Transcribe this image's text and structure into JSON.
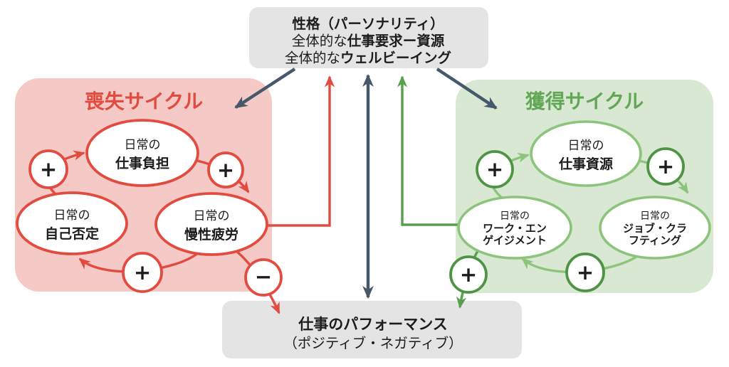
{
  "top_box": {
    "line1": "性格（パーソナリティ）",
    "line2_prefix": "全体的な",
    "line2_bold": "仕事要求ー資源",
    "line3_prefix": "全体的な",
    "line3_bold": "ウェルビーイング"
  },
  "performance_box": {
    "line1": "仕事のパフォーマンス",
    "line2": "（ポジティブ・ネガティブ）"
  },
  "loss_cycle": {
    "title": "喪失サイクル",
    "nodes": {
      "workload": {
        "line1": "日常の",
        "line2": "仕事負担"
      },
      "self_denial": {
        "line1": "日常の",
        "line2": "自己否定"
      },
      "chronic_fatigue": {
        "line1": "日常の",
        "line2": "慢性疲労"
      }
    },
    "signs": {
      "left": "+",
      "right": "+",
      "bottom": "+",
      "to_performance": "−"
    }
  },
  "gain_cycle": {
    "title": "獲得サイクル",
    "nodes": {
      "job_resources": {
        "line1": "日常の",
        "line2": "仕事資源"
      },
      "work_engagement": {
        "line1": "日常の",
        "line2": "ワーク・エン",
        "line3": "ゲイジメント"
      },
      "job_crafting": {
        "line1": "日常の",
        "line2": "ジョブ・クラ",
        "line3": "フティング"
      }
    },
    "signs": {
      "left": "+",
      "right": "+",
      "bottom": "+",
      "to_performance": "+"
    }
  },
  "colors": {
    "red": "#e24b3f",
    "pink_bg": "#f5c9c5",
    "slate": "#46586c",
    "box_gray": "#e4e4e4",
    "green_light": "#8dc47c",
    "green_dark": "#4f9445",
    "green_mid": "#57a04b",
    "green_bg": "#d9e8d2",
    "green_title": "#61a756",
    "text_black": "#1c1c1c"
  }
}
